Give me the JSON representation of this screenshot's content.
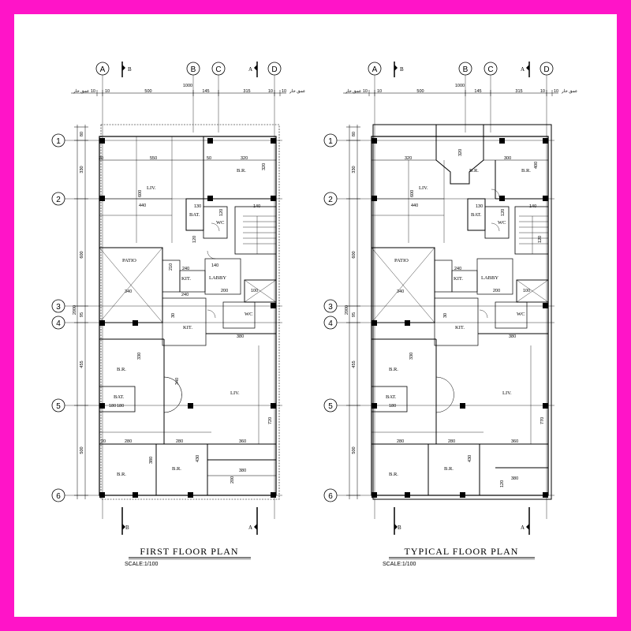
{
  "plans": [
    {
      "title": "FIRST FLOOR PLAN",
      "scale": "SCALE:1/100",
      "col_labels": [
        "A",
        "B",
        "C",
        "D"
      ],
      "row_labels": [
        "1",
        "2",
        "3",
        "4",
        "5",
        "6"
      ],
      "section_marks": [
        "B",
        "A",
        "B",
        "A"
      ],
      "top_dims": [
        "10",
        "10",
        "500",
        "145",
        "315",
        "10",
        "10"
      ],
      "total_dim": "1000",
      "side_dims": [
        "80",
        "330",
        "600",
        "2000",
        "95",
        "455",
        "500"
      ],
      "ref_text": "عمق جار",
      "rooms": [
        {
          "id": "bedroom-ne",
          "label": "B.R."
        },
        {
          "id": "living-north",
          "label": "LIV."
        },
        {
          "id": "bath-north",
          "label": "BAT."
        },
        {
          "id": "wc-north",
          "label": "WC"
        },
        {
          "id": "patio",
          "label": "PATIO"
        },
        {
          "id": "kitchen-a",
          "label": "KIT."
        },
        {
          "id": "lobby",
          "label": "LABBY"
        },
        {
          "id": "kitchen-b",
          "label": "KIT."
        },
        {
          "id": "wc-mid",
          "label": "WC"
        },
        {
          "id": "bedroom-w",
          "label": "B.R."
        },
        {
          "id": "bath-w",
          "label": "BAT."
        },
        {
          "id": "living-south",
          "label": "LIV."
        },
        {
          "id": "bedroom-sw",
          "label": "B.R."
        },
        {
          "id": "bedroom-s",
          "label": "B.R."
        }
      ],
      "inner_dims": [
        "20",
        "550",
        "50",
        "320",
        "320",
        "600",
        "440",
        "130",
        "120",
        "140",
        "120",
        "210",
        "240",
        "140",
        "340",
        "200",
        "100",
        "240",
        "30",
        "380",
        "330",
        "180",
        "340",
        "720",
        "280",
        "280",
        "360",
        "20",
        "380",
        "430",
        "200",
        "380",
        "180"
      ]
    },
    {
      "title": "TYPICAL FLOOR PLAN",
      "scale": "SCALE:1/100",
      "col_labels": [
        "A",
        "B",
        "C",
        "D"
      ],
      "row_labels": [
        "1",
        "2",
        "3",
        "4",
        "5",
        "6"
      ],
      "section_marks": [
        "B",
        "A",
        "B",
        "A"
      ],
      "top_dims": [
        "10",
        "10",
        "500",
        "145",
        "315",
        "10",
        "10"
      ],
      "total_dim": "1000",
      "side_dims": [
        "80",
        "330",
        "600",
        "2000",
        "95",
        "455",
        "500"
      ],
      "ref_text": "عمق جار",
      "rooms": [
        {
          "id": "bedroom-n1",
          "label": "B.R."
        },
        {
          "id": "bedroom-n2",
          "label": "B.R."
        },
        {
          "id": "living-north",
          "label": "LIV."
        },
        {
          "id": "bath-north",
          "label": "BAT."
        },
        {
          "id": "wc-north",
          "label": "WC"
        },
        {
          "id": "patio",
          "label": "PATIO"
        },
        {
          "id": "kitchen-a",
          "label": "KIT."
        },
        {
          "id": "lobby",
          "label": "LABBY"
        },
        {
          "id": "kitchen-b",
          "label": "KIT."
        },
        {
          "id": "wc-mid",
          "label": "WC"
        },
        {
          "id": "bedroom-w",
          "label": "B.R."
        },
        {
          "id": "bath-w",
          "label": "BAT."
        },
        {
          "id": "living-south",
          "label": "LIV."
        },
        {
          "id": "bedroom-sw",
          "label": "B.R."
        },
        {
          "id": "bedroom-s",
          "label": "B.R."
        }
      ],
      "inner_dims": [
        "320",
        "320",
        "300",
        "400",
        "600",
        "440",
        "130",
        "120",
        "140",
        "120",
        "240",
        "340",
        "200",
        "100",
        "30",
        "380",
        "330",
        "180",
        "770",
        "280",
        "280",
        "360",
        "380",
        "430",
        "120"
      ]
    }
  ],
  "colors": {
    "frame": "#ff14c8",
    "ink": "#000000",
    "paper": "#ffffff"
  }
}
